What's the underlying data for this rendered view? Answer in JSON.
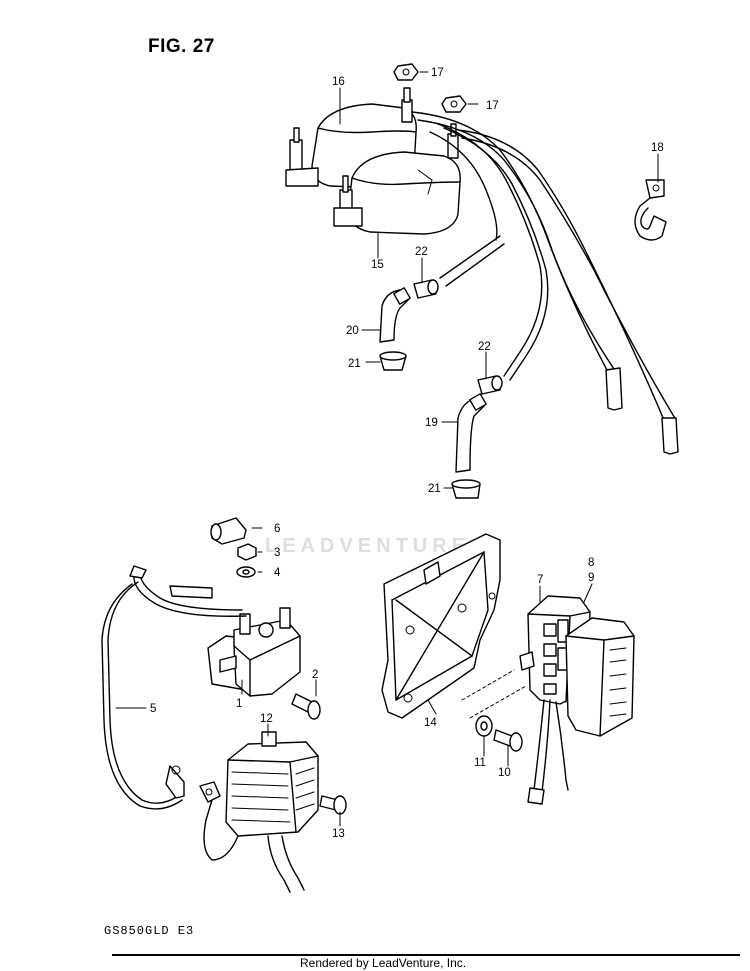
{
  "figure": {
    "title": "FIG. 27",
    "model": "GS850GLD E3",
    "render_note": "Rendered by LeadVenture, Inc.",
    "watermark_text": "LEADVENTURE"
  },
  "parts": [
    {
      "id": "p1",
      "label": "1"
    },
    {
      "id": "p2",
      "label": "2"
    },
    {
      "id": "p3",
      "label": "3"
    },
    {
      "id": "p4",
      "label": "4"
    },
    {
      "id": "p5",
      "label": "5"
    },
    {
      "id": "p6",
      "label": "6"
    },
    {
      "id": "p7",
      "label": "7"
    },
    {
      "id": "p8",
      "label": "8"
    },
    {
      "id": "p9",
      "label": "9"
    },
    {
      "id": "p10",
      "label": "10"
    },
    {
      "id": "p11",
      "label": "11"
    },
    {
      "id": "p12",
      "label": "12"
    },
    {
      "id": "p13",
      "label": "13"
    },
    {
      "id": "p14",
      "label": "14"
    },
    {
      "id": "p15",
      "label": "15"
    },
    {
      "id": "p16",
      "label": "16"
    },
    {
      "id": "p17a",
      "label": "17"
    },
    {
      "id": "p17b",
      "label": "17"
    },
    {
      "id": "p18",
      "label": "18"
    },
    {
      "id": "p19",
      "label": "19"
    },
    {
      "id": "p20",
      "label": "20"
    },
    {
      "id": "p21a",
      "label": "21"
    },
    {
      "id": "p21b",
      "label": "21"
    },
    {
      "id": "p22a",
      "label": "22"
    },
    {
      "id": "p22b",
      "label": "22"
    }
  ]
}
